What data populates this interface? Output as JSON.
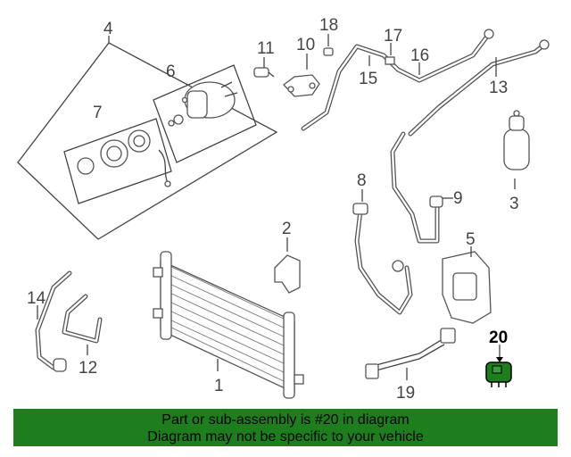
{
  "diagram": {
    "callouts": {
      "c1": "1",
      "c2": "2",
      "c3": "3",
      "c4": "4",
      "c5": "5",
      "c6": "6",
      "c7": "7",
      "c8": "8",
      "c9": "9",
      "c10": "10",
      "c11": "11",
      "c12": "12",
      "c13": "13",
      "c14": "14",
      "c15": "15",
      "c16": "16",
      "c17": "17",
      "c18": "18",
      "c19": "19",
      "c20": "20"
    },
    "highlight_part": "20",
    "highlight_color": "#1e7e1e"
  },
  "banner": {
    "line1": "Part or sub-assembly is #20 in diagram",
    "line2": "Diagram may not be specific to your vehicle",
    "background": "#1e7e1e"
  }
}
